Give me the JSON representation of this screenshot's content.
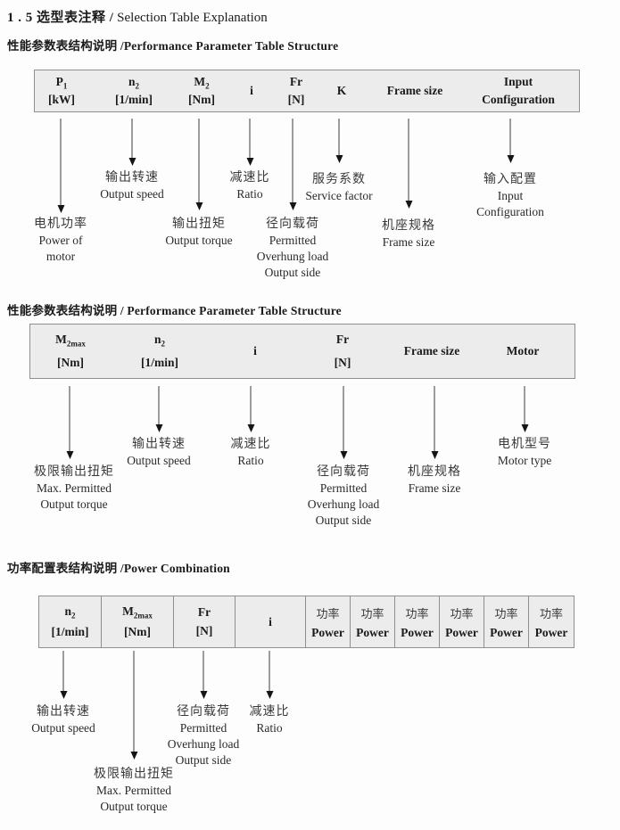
{
  "title": {
    "zh": "1 . 5 选型表注释 /",
    "en": "Selection Table Explanation"
  },
  "colors": {
    "table_bg": "#ececec",
    "table_border": "#8f8f8f",
    "text": "#1b1b1b"
  },
  "s1": {
    "heading": "性能参数表结构说明 /Performance Parameter Table Structure",
    "table": {
      "p1": {
        "m": "P",
        "sub": "1",
        "unit": "[kW]"
      },
      "n2": {
        "m": "n",
        "sub": "2",
        "unit": "[1/min]"
      },
      "m2": {
        "m": "M",
        "sub": "2",
        "unit": "[Nm]"
      },
      "i": {
        "m": "i"
      },
      "fr": {
        "m": "Fr",
        "unit": "[N]"
      },
      "k": {
        "m": "K"
      },
      "frame": {
        "m": "Frame size"
      },
      "input": {
        "m": "Input",
        "unit": "Configuration"
      }
    },
    "labels": {
      "motor_power": {
        "l1": "电机功率",
        "l2": "Power of",
        "l3": "motor"
      },
      "output_speed": {
        "l1": "输出转速",
        "l2": "Output speed"
      },
      "output_torque": {
        "l1": "输出扭矩",
        "l2": "Output torque"
      },
      "ratio": {
        "l1": "减速比",
        "l2": "Ratio"
      },
      "overhung": {
        "l1": "径向载荷",
        "l2": "Permitted",
        "l3": "Overhung load",
        "l4": "Output side"
      },
      "service": {
        "l1": "服务系数",
        "l2": "Service factor"
      },
      "frame": {
        "l1": "机座规格",
        "l2": "Frame size"
      },
      "input": {
        "l1": "输入配置",
        "l2": "Input",
        "l3": "Configuration"
      }
    }
  },
  "s2": {
    "heading": "性能参数表结构说明 / Performance Parameter Table Structure",
    "table": {
      "m2max": {
        "m": "M",
        "sub": "2max",
        "unit": "[Nm]"
      },
      "n2": {
        "m": "n",
        "sub": "2",
        "unit": "[1/min]"
      },
      "i": {
        "m": "i"
      },
      "fr": {
        "m": "Fr",
        "unit": "[N]"
      },
      "frame": {
        "m": "Frame size"
      },
      "motor": {
        "m": "Motor"
      }
    },
    "labels": {
      "max_torque": {
        "l1": "极限输出扭矩",
        "l2": "Max. Permitted",
        "l3": "Output torque"
      },
      "output_speed": {
        "l1": "输出转速",
        "l2": "Output speed"
      },
      "ratio": {
        "l1": "减速比",
        "l2": "Ratio"
      },
      "overhung": {
        "l1": "径向载荷",
        "l2": "Permitted",
        "l3": "Overhung load",
        "l4": "Output side"
      },
      "frame": {
        "l1": "机座规格",
        "l2": "Frame size"
      },
      "motor_type": {
        "l1": "电机型号",
        "l2": "Motor type"
      }
    }
  },
  "s3": {
    "heading": "功率配置表结构说明 /Power Combination",
    "table": {
      "n2": {
        "m": "n",
        "sub": "2",
        "unit": "[1/min]"
      },
      "m2max": {
        "m": "M",
        "sub": "2max",
        "unit": "[Nm]"
      },
      "fr": {
        "m": "Fr",
        "unit": "[N]"
      },
      "i": {
        "m": "i"
      },
      "power": {
        "l1": "功率",
        "l2": "Power"
      }
    },
    "labels": {
      "output_speed": {
        "l1": "输出转速",
        "l2": "Output speed"
      },
      "max_torque": {
        "l1": "极限输出扭矩",
        "l2": "Max. Permitted",
        "l3": "Output torque"
      },
      "overhung": {
        "l1": "径向载荷",
        "l2": "Permitted",
        "l3": "Overhung load",
        "l4": "Output side"
      },
      "ratio": {
        "l1": "减速比",
        "l2": "Ratio"
      }
    }
  }
}
